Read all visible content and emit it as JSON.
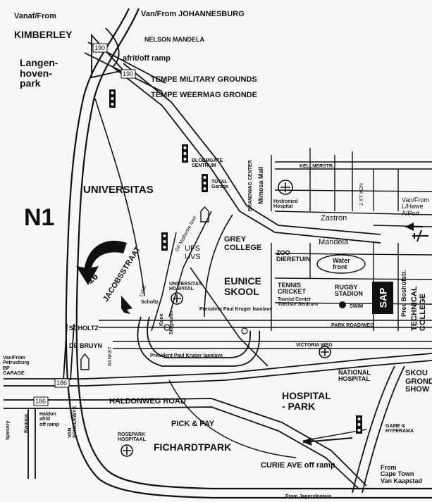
{
  "map": {
    "top_left_from": "Vanaf/From",
    "kimberley": "KIMBERLEY",
    "johannesburg": "Van/From JOHANNESBURG",
    "nelson_mandela_top": "NELSON MANDELA",
    "ramp_top": "afrit/off ramp",
    "exit_190_a": "190",
    "exit_190_b": "190",
    "langenhovenpark": "Langen-\nhoven-\npark",
    "tempe_1": "TEMPE MILITARY GROUNDS",
    "tempe_2": "TEMPE WEERMAG GRONDE",
    "n1": "N1",
    "universitas": "UNIVERSITAS",
    "bloemgate": "BLOEMGATE\nSENTRUM",
    "total": "TOTAL\nGarage",
    "brandwag": "BRANDWAG CENTER",
    "mimosa": "Mimosa Mall",
    "kellner": "KELLNERSTR.",
    "hydromed": "Hydromed\nHospital",
    "zastron_road": "2 XT XON",
    "from_lhawe": "Van/From\nL/Hawe\nA/Port",
    "zastron": "Zastron",
    "mandela": "Mandela",
    "ufs": "UFS\nUVS",
    "dr_malherbe": "DF Malherbe laan",
    "grey_college": "GREY\nCOLLEGE",
    "zoo": "ZOO\nDIERETUIN",
    "waterfront": "Water\nfront",
    "number_16": "16",
    "jacobsstraat": "JACOBSSTRAAT",
    "lyle": "LYLE",
    "universitas_hospital": "UNIVERSITAS\nHOSPITAL",
    "eunice": "EUNICE\nSKOOL",
    "tennis": "TENNIS\nCRICKET",
    "tourist": "Tourist Center\nToeriste Sentrum",
    "rugby": "RUGBY\nSTADION",
    "swim": "SWIM",
    "sap": "SAP",
    "pres_boshof": "Pres Boshofstr.",
    "technical_college": "TECHNICAL\nCOLLEGE",
    "scholtz": "SCHOLTZ",
    "scholtz_small": "Scholtz",
    "president_paul_1": "President Paul Kruger laan/ave",
    "president_paul_2": "President Paul Kruger laan/ave",
    "park_road": "PARK ROAD/WEG",
    "victoria": "VICTORIA WEG",
    "de_bruyn": "DE BRUYN",
    "banket": "BANKET",
    "kooe": "Kooe",
    "stegmann": "Stegmann",
    "from_petrusburg": "Van/From\nPetrusburg\nBP\nGARAGE",
    "exit_186_a": "186",
    "exit_186_b": "186",
    "haldonweg": "HALDONWEG ROAD",
    "van_schalkwyk": "VAN\nSCHALKWYK",
    "spesery": "Spesery",
    "kwagga": "Kwagga",
    "haldon_ramp": "Haldon\nafrit/\noff ramp",
    "national_hospital": "NATIONAL\nHOSPITAL",
    "skou": "SKOU\nGRONDE\nSHOW",
    "hospital_park": "HOSPITAL\n- PARK",
    "pick_pay": "PICK & PAY",
    "rosepark": "ROSEPARK\nHOSPITAAL",
    "fichardtpark": "FICHARDTPARK",
    "game": "GAME &\nHYPERAMA",
    "curie": "CURIE AVE off ramp",
    "from_cape_town": "From\nCape Town\nVan Kaapstad",
    "from_jagersfontein": "From Jagersfontein"
  }
}
